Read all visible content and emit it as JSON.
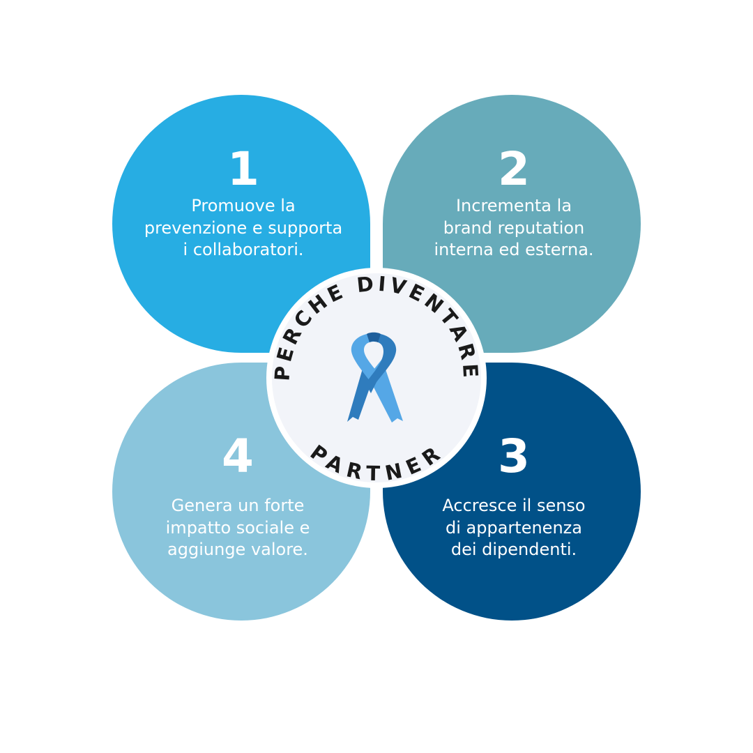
{
  "items": [
    {
      "number": "1",
      "text": "Promuove la\nprevenzione e supporta\ni collaboratori.",
      "color": "#27ade3"
    },
    {
      "number": "2",
      "text": "Incrementa la\nbrand reputation\ninterna ed esterna.",
      "color": "#67abba"
    },
    {
      "number": "3",
      "text": "Accresce il senso\ndi appartenenza\ndei dipendenti.",
      "color": "#015188"
    },
    {
      "number": "4",
      "text": "Genera un forte\nimpatto sociale e\naggiunge valore.",
      "color": "#8ac5dc"
    }
  ],
  "badge": {
    "arc_top": "PERCHE DIVENTARE",
    "arc_bottom": "PARTNER",
    "icon": "awareness-ribbon-icon",
    "background": "#f2f4f9",
    "ribbon_colors": [
      "#2f7cbd",
      "#55a7e6",
      "#1f5f9c"
    ]
  }
}
